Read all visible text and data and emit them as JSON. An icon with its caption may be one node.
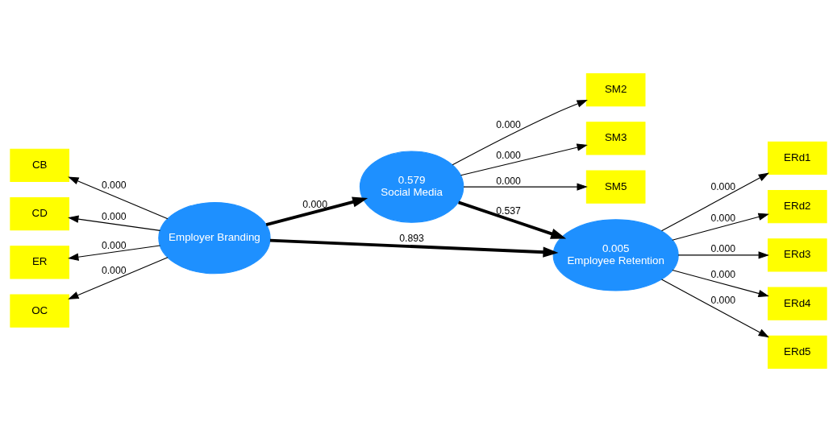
{
  "diagram": {
    "nodes": [
      {
        "text": [
          "SM2"
        ]
      },
      {
        "text": [
          "SM3"
        ]
      },
      {
        "text": [
          "SM5"
        ]
      },
      {
        "text": [
          "0.579",
          "Social Media"
        ]
      },
      {
        "text": [
          "CB"
        ]
      },
      {
        "text": [
          "CD"
        ]
      },
      {
        "text": [
          "ER"
        ]
      },
      {
        "text": [
          "OC"
        ]
      },
      {
        "text": [
          "Employer Branding"
        ]
      },
      {
        "text": [
          "0.005",
          "Employee Retention"
        ]
      },
      {
        "text": [
          "ERd1"
        ]
      },
      {
        "text": [
          "ERd2"
        ]
      },
      {
        "text": [
          "ERd3"
        ]
      },
      {
        "text": [
          "ERd4"
        ]
      },
      {
        "text": [
          "ERd5"
        ]
      }
    ],
    "edges": [
      {
        "from": 3,
        "to": 0,
        "arrow": "to",
        "label": "0.000"
      },
      {
        "from": 3,
        "to": 1,
        "arrow": "to",
        "label": "0.000"
      },
      {
        "from": 3,
        "to": 2,
        "arrow": "to",
        "label": "0.000"
      },
      {
        "from": 8,
        "to": 4,
        "arrow": "to",
        "label": "0.000"
      },
      {
        "from": 8,
        "to": 5,
        "arrow": "to",
        "label": "0.000"
      },
      {
        "from": 8,
        "to": 6,
        "arrow": "to",
        "label": "0.000"
      },
      {
        "from": 8,
        "to": 7,
        "arrow": "to",
        "label": "0.000"
      },
      {
        "from": 8,
        "to": 3,
        "arrow": "to",
        "label": "0.000",
        "style": "thick"
      },
      {
        "from": 3,
        "to": 9,
        "arrow": "to",
        "label": "0.537",
        "style": "thick"
      },
      {
        "from": 8,
        "to": 9,
        "arrow": "to",
        "label": "0.893",
        "style": "thick"
      },
      {
        "from": 9,
        "to": 10,
        "arrow": "to",
        "label": "0.000"
      },
      {
        "from": 9,
        "to": 11,
        "arrow": "to",
        "label": "0.000"
      },
      {
        "from": 9,
        "to": 12,
        "arrow": "to",
        "label": "0.000"
      },
      {
        "from": 9,
        "to": 13,
        "arrow": "to",
        "label": "0.000"
      },
      {
        "from": 9,
        "to": 14,
        "arrow": "to",
        "label": "0.000"
      }
    ]
  }
}
